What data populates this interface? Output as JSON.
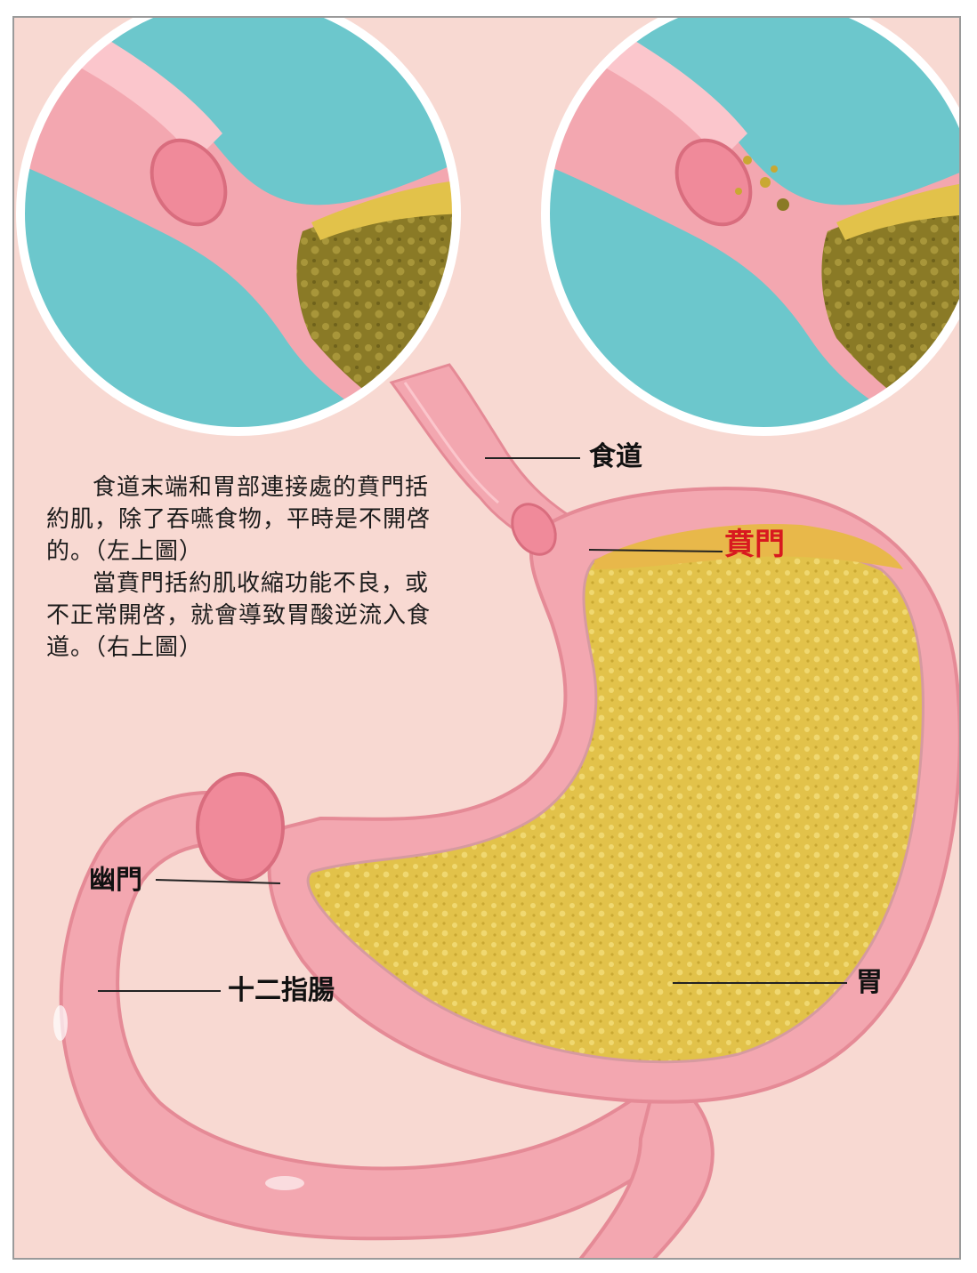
{
  "description": {
    "paragraph1": "食道末端和胃部連接處的賁門括約肌，除了吞嚥食物，平時是不開啓的。（左上圖）",
    "paragraph2": "當賁門括約肌收縮功能不良，或不正常開啓，就會導致胃酸逆流入食道。（右上圖）"
  },
  "labels": {
    "esophagus": "食道",
    "cardia": "賁門",
    "pylorus": "幽門",
    "duodenum": "十二指腸",
    "stomach": "胃"
  },
  "colors": {
    "background": "#f8d9d2",
    "tissue": "#f3a7b0",
    "tissue_dark": "#e58a96",
    "inset_background": "#6cc7cc",
    "gastric_contents": "#e2c24a",
    "acid_inset": "#8a7a26",
    "label_highlight": "#d8191f"
  }
}
